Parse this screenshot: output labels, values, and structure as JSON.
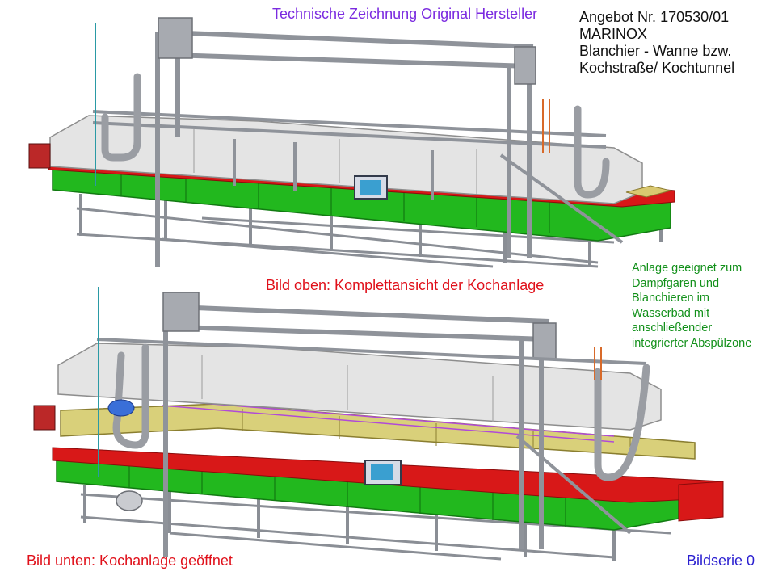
{
  "captions": {
    "technical_drawing": "Technische Zeichnung Original Hersteller",
    "top_image": "Bild oben: Komplettansicht der Kochanlage",
    "bottom_image": "Bild unten: Kochanlage geöffnet",
    "series": "Bildserie 0"
  },
  "offer": {
    "lines": [
      "Angebot Nr. 170530/01",
      "MARINOX",
      "Blanchier - Wanne bzw.",
      "Kochstraße/ Kochtunnel"
    ]
  },
  "note": {
    "lines": [
      "Anlage geeignet zum",
      "Dampfgaren und",
      "Blanchieren im",
      "Wasserbad mit",
      "anschließender",
      "integrierter Abspülzone"
    ]
  },
  "colors": {
    "caption_purple": "#7b2be0",
    "caption_red": "#e0101a",
    "note_green": "#12901a",
    "series_blue": "#2a1fd0",
    "machine_green": "#22b81e",
    "machine_red": "#d81818",
    "cover_grey": "#e4e4e4",
    "frame_grey": "#8f939a",
    "conveyor_yellow": "#d9d07a"
  }
}
